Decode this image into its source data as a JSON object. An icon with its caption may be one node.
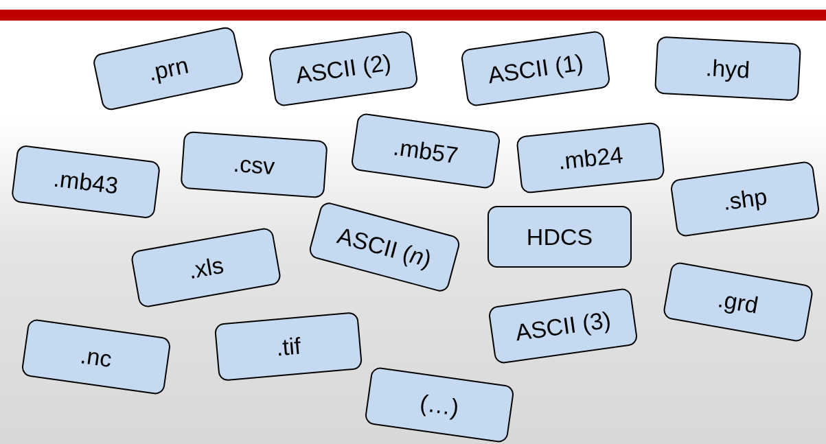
{
  "diagram": {
    "nodes": [
      {
        "text": [
          ".prn"
        ]
      },
      {
        "text": [
          "ASCII (2)"
        ]
      },
      {
        "text": [
          "ASCII (1)"
        ]
      },
      {
        "text": [
          ".hyd"
        ]
      },
      {
        "text": [
          ".mb57"
        ]
      },
      {
        "text": [
          ".mb43"
        ]
      },
      {
        "text": [
          ".csv"
        ]
      },
      {
        "text": [
          ".mb24"
        ]
      },
      {
        "text": [
          ".shp"
        ]
      },
      {
        "text": [
          "ASCII (*n*)"
        ]
      },
      {
        "text": [
          "HDCS"
        ]
      },
      {
        "text": [
          ".xls"
        ]
      },
      {
        "text": [
          ".grd"
        ]
      },
      {
        "text": [
          ".nc"
        ]
      },
      {
        "text": [
          ".tif"
        ]
      },
      {
        "text": [
          "ASCII (3)"
        ]
      },
      {
        "text": [
          "(…)"
        ]
      }
    ]
  }
}
